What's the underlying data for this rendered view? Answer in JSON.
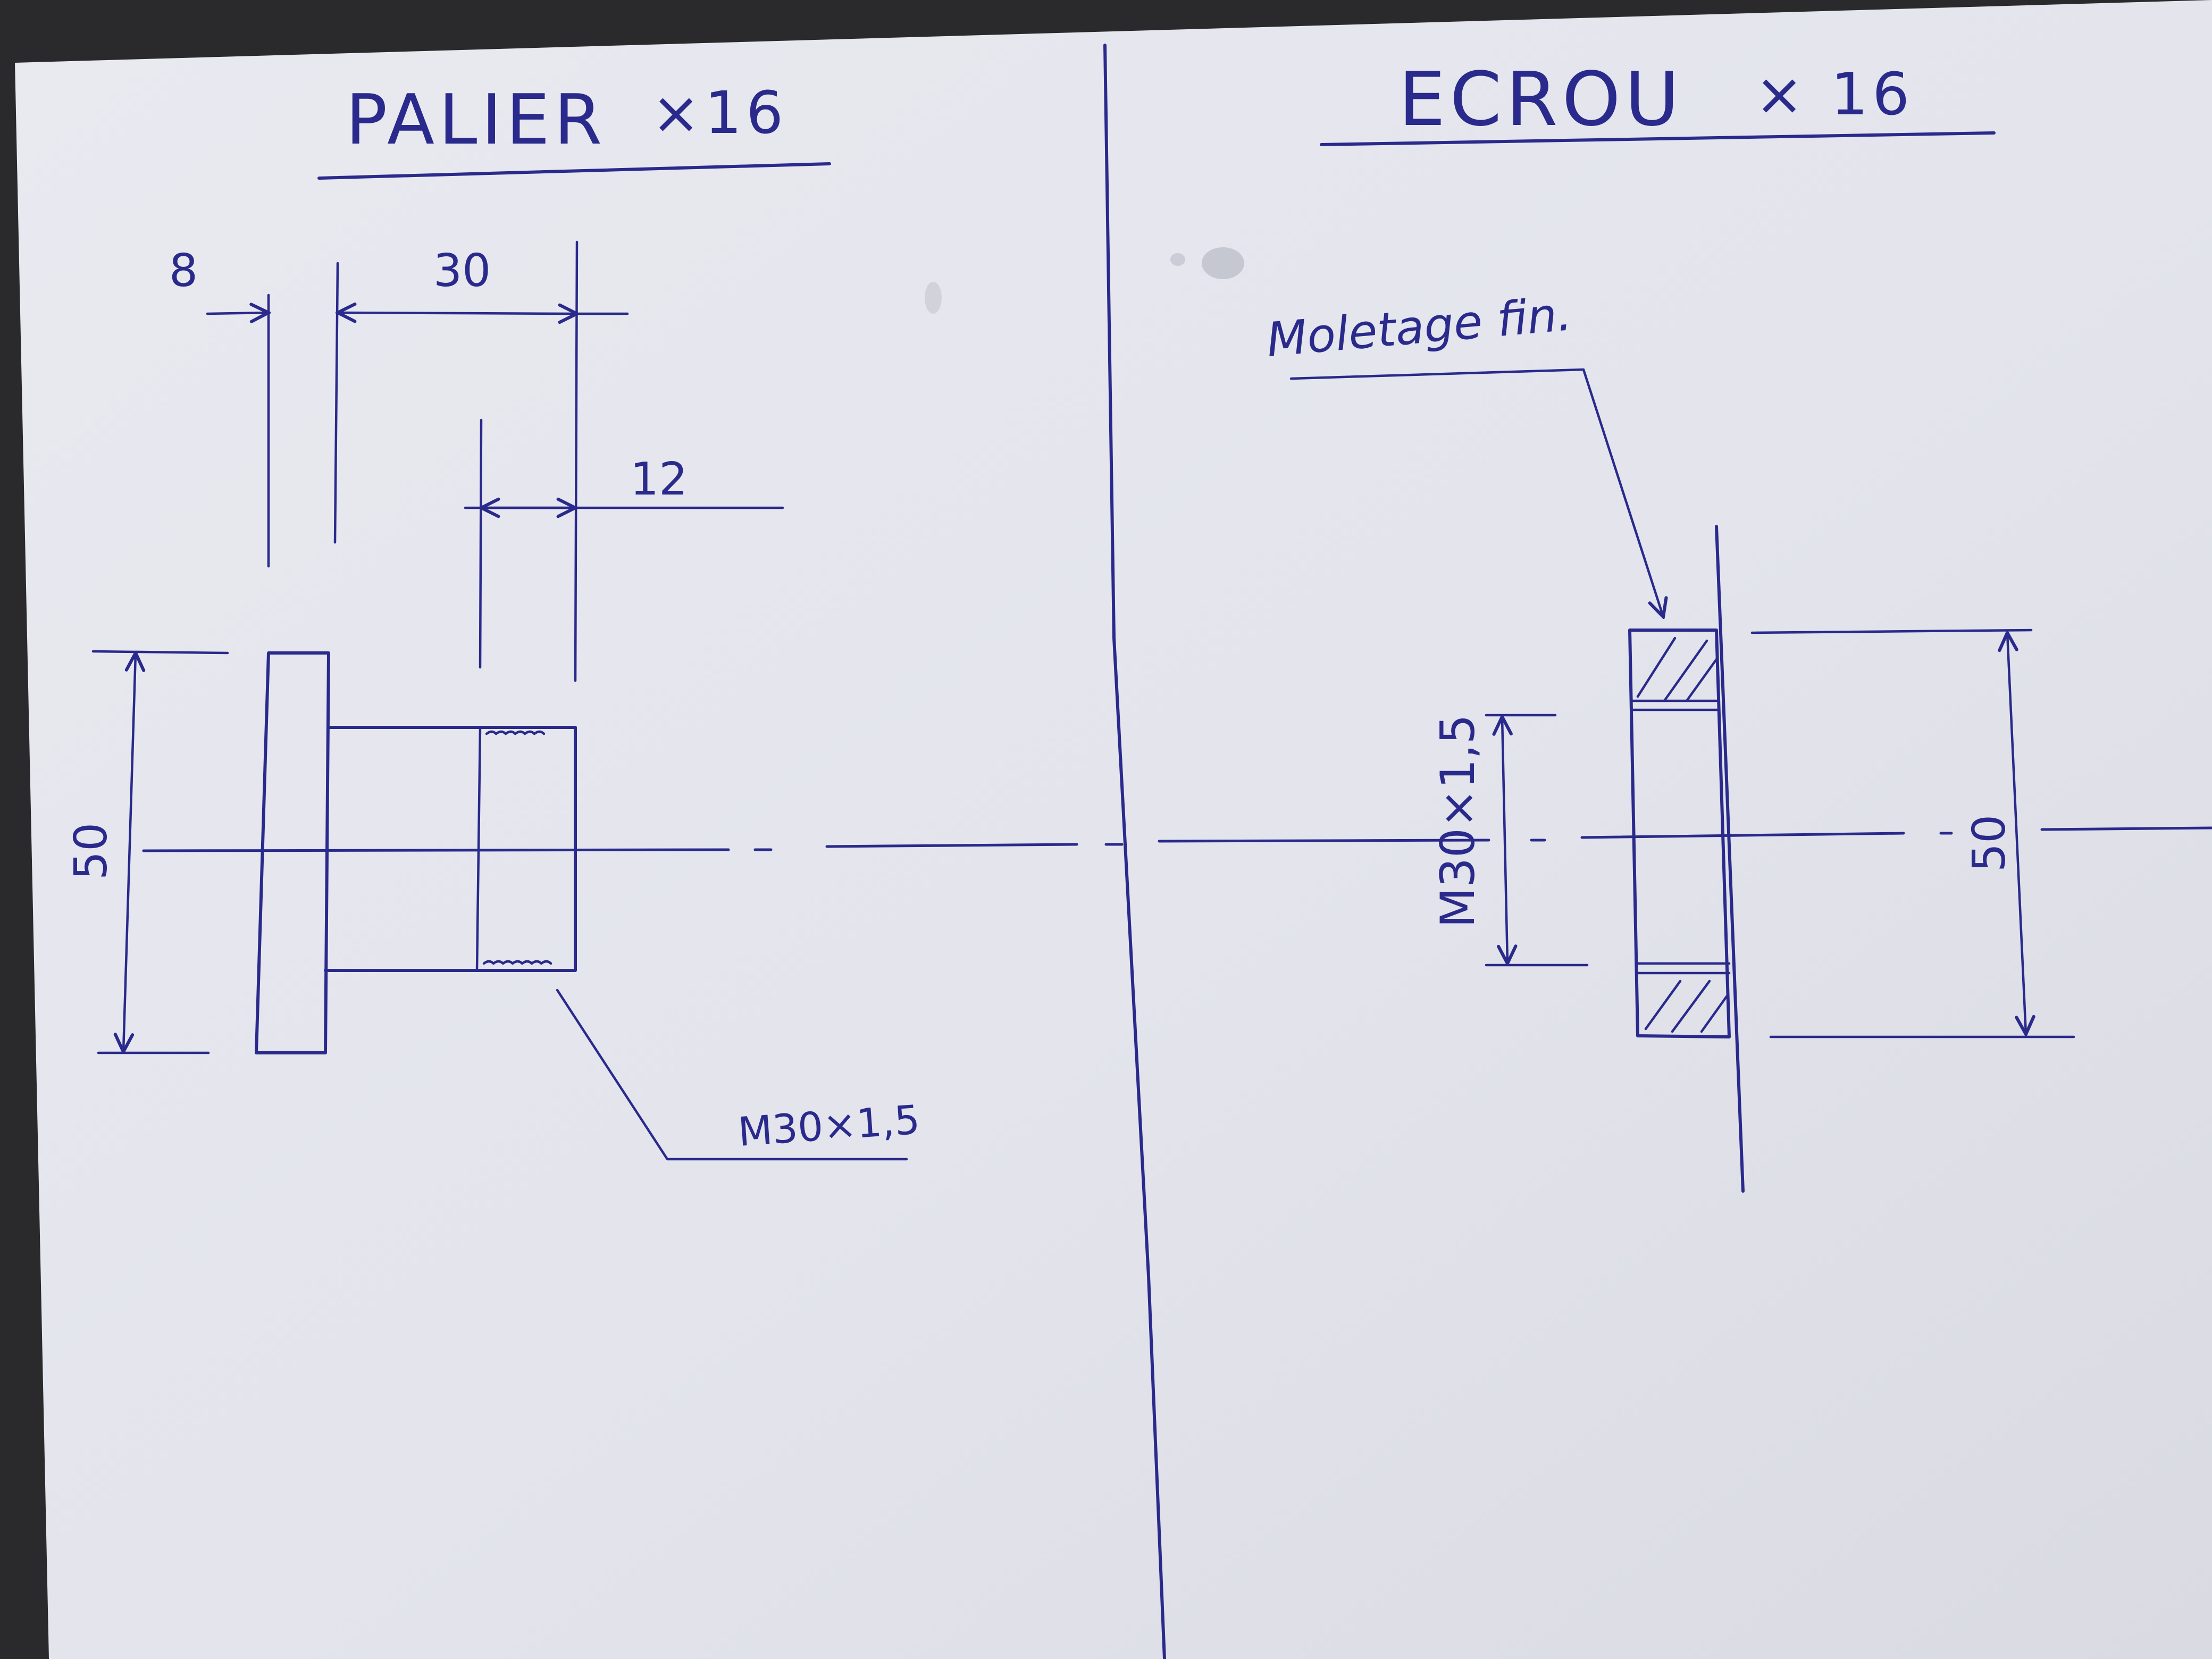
{
  "palier": {
    "title": "PALIER",
    "qty": "×16",
    "dim_flange": "8",
    "dim_length": "30",
    "dim_thread_len": "12",
    "dim_diameter": "50",
    "thread_callout": "M30×1,5"
  },
  "ecrou": {
    "title": "ECROU",
    "qty": "× 16",
    "knurl_note": "Moletage fin.",
    "dim_thread": "M30×1,5",
    "dim_diameter": "50"
  },
  "colors": {
    "ink": "#2a2a8c",
    "paper": "#e6e7ee",
    "background": "#2a2a2c"
  }
}
